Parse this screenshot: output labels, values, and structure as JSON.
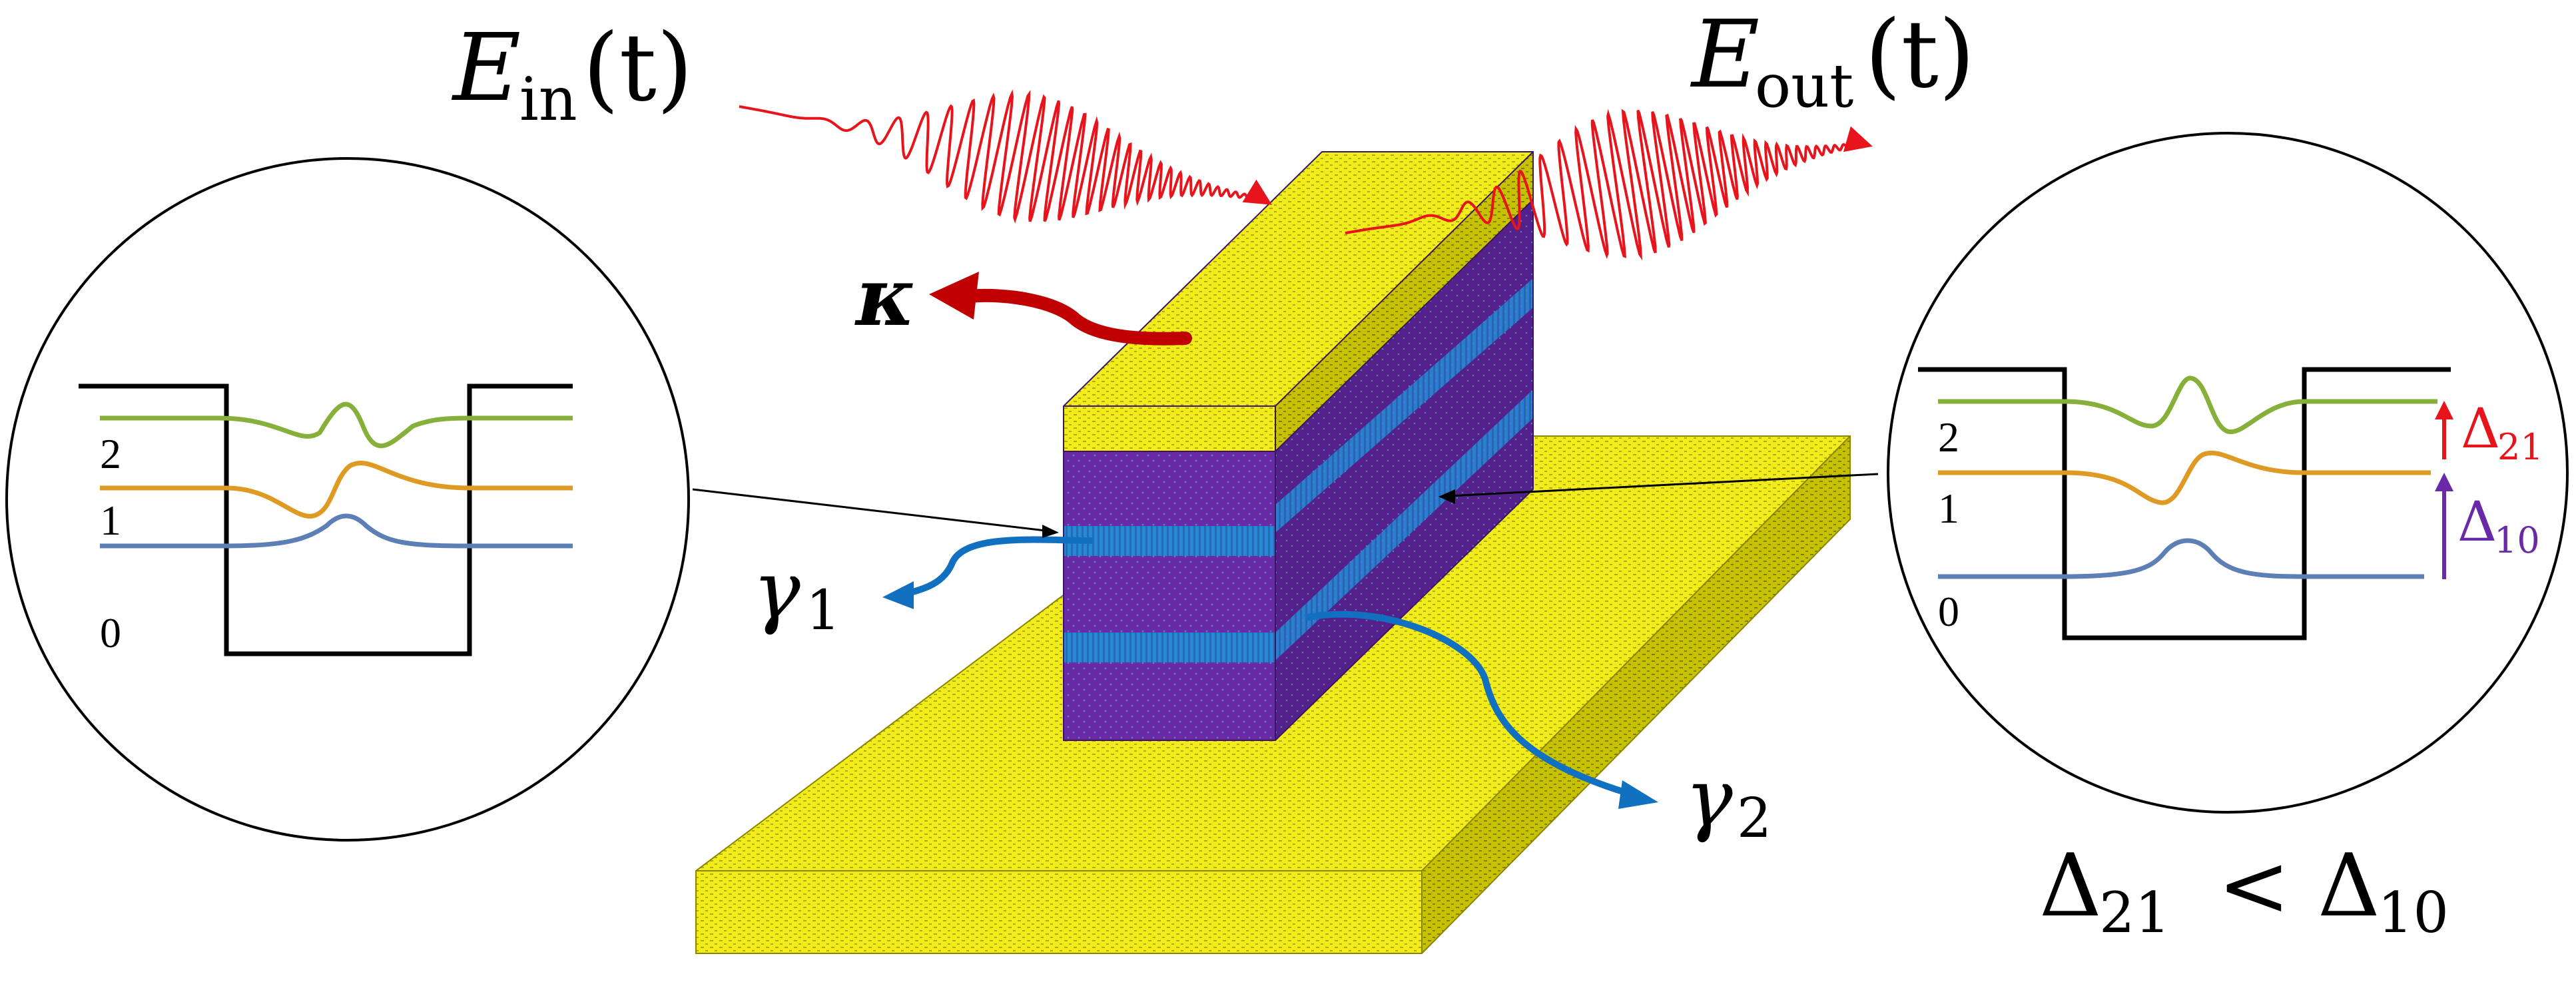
{
  "labels": {
    "e_in_symbol": "E",
    "e_in_subscript": "in",
    "e_in_arg": "(t)",
    "e_out_symbol": "E",
    "e_out_subscript": "out",
    "e_out_arg": "(t)",
    "kappa": "κ",
    "gamma1_symbol": "γ",
    "gamma1_subscript": "1",
    "gamma2_symbol": "γ",
    "gamma2_subscript": "2"
  },
  "left_inset": {
    "level_labels": [
      "2",
      "1",
      "0"
    ]
  },
  "right_inset": {
    "level_labels": [
      "2",
      "1",
      "0"
    ],
    "delta21_symbol": "Δ",
    "delta21_subscript": "21",
    "delta10_symbol": "Δ",
    "delta10_subscript": "10",
    "relation": {
      "lhs_symbol": "Δ",
      "lhs_subscript": "21",
      "operator": "<",
      "rhs_symbol": "Δ",
      "rhs_subscript": "10"
    }
  },
  "colors": {
    "gold": "#f2ec1a",
    "gold_side": "#c7c200",
    "purple": "#6a2aa8",
    "blue_layer": "#2a86d6",
    "photon": "#e8141c",
    "kappa_arrow": "#c00000",
    "gamma_arrow": "#1170c0",
    "level2": "#86b03a",
    "level1": "#de9a23",
    "level0": "#5c80b6",
    "delta21": "#e8141c",
    "delta10": "#6a2aa8"
  }
}
